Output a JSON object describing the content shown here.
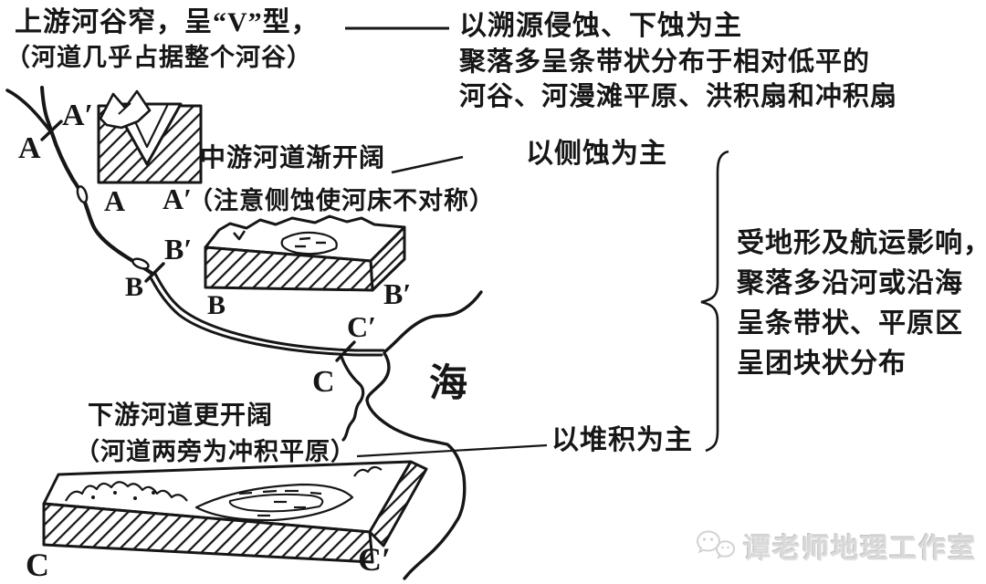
{
  "colors": {
    "ink": "#161616",
    "watermark": "#d9d9d9",
    "background": "#ffffff"
  },
  "upstream": {
    "desc_line1": "上游河谷窄，呈“V”型，",
    "desc_line2": "（河道几乎占据整个河谷）",
    "process": "以溯源侵蚀、下蚀为主",
    "settlement_line1": "聚落多呈条带状分布于相对低平的",
    "settlement_line2": "河谷、河漫滩平原、洪积扇和冲积扇"
  },
  "midstream": {
    "desc": "中游河道渐开阔",
    "note": "（注意侧蚀使河床不对称）",
    "process": "以侧蚀为主"
  },
  "downstream": {
    "desc_line1": "下游河道更开阔",
    "desc_line2": "（河道两旁为冲积平原）",
    "process": "以堆积为主"
  },
  "regional_note": {
    "line1": "受地形及航运影响，",
    "line2": "聚落多沿河或沿海",
    "line3": "呈条带状、平原区",
    "line4": "呈团块状分布"
  },
  "map_labels": {
    "sea": "海",
    "a": "A",
    "a_prime": "A′",
    "b": "B",
    "b_prime": "B′",
    "c": "C",
    "c_prime": "C′"
  },
  "section_labels": {
    "a": "A",
    "a_prime": "A′",
    "b": "B",
    "b_prime": "B′",
    "c": "C",
    "c_prime": "C′"
  },
  "watermark": {
    "text": "谭老师地理工作室",
    "icon": "wechat-icon"
  }
}
